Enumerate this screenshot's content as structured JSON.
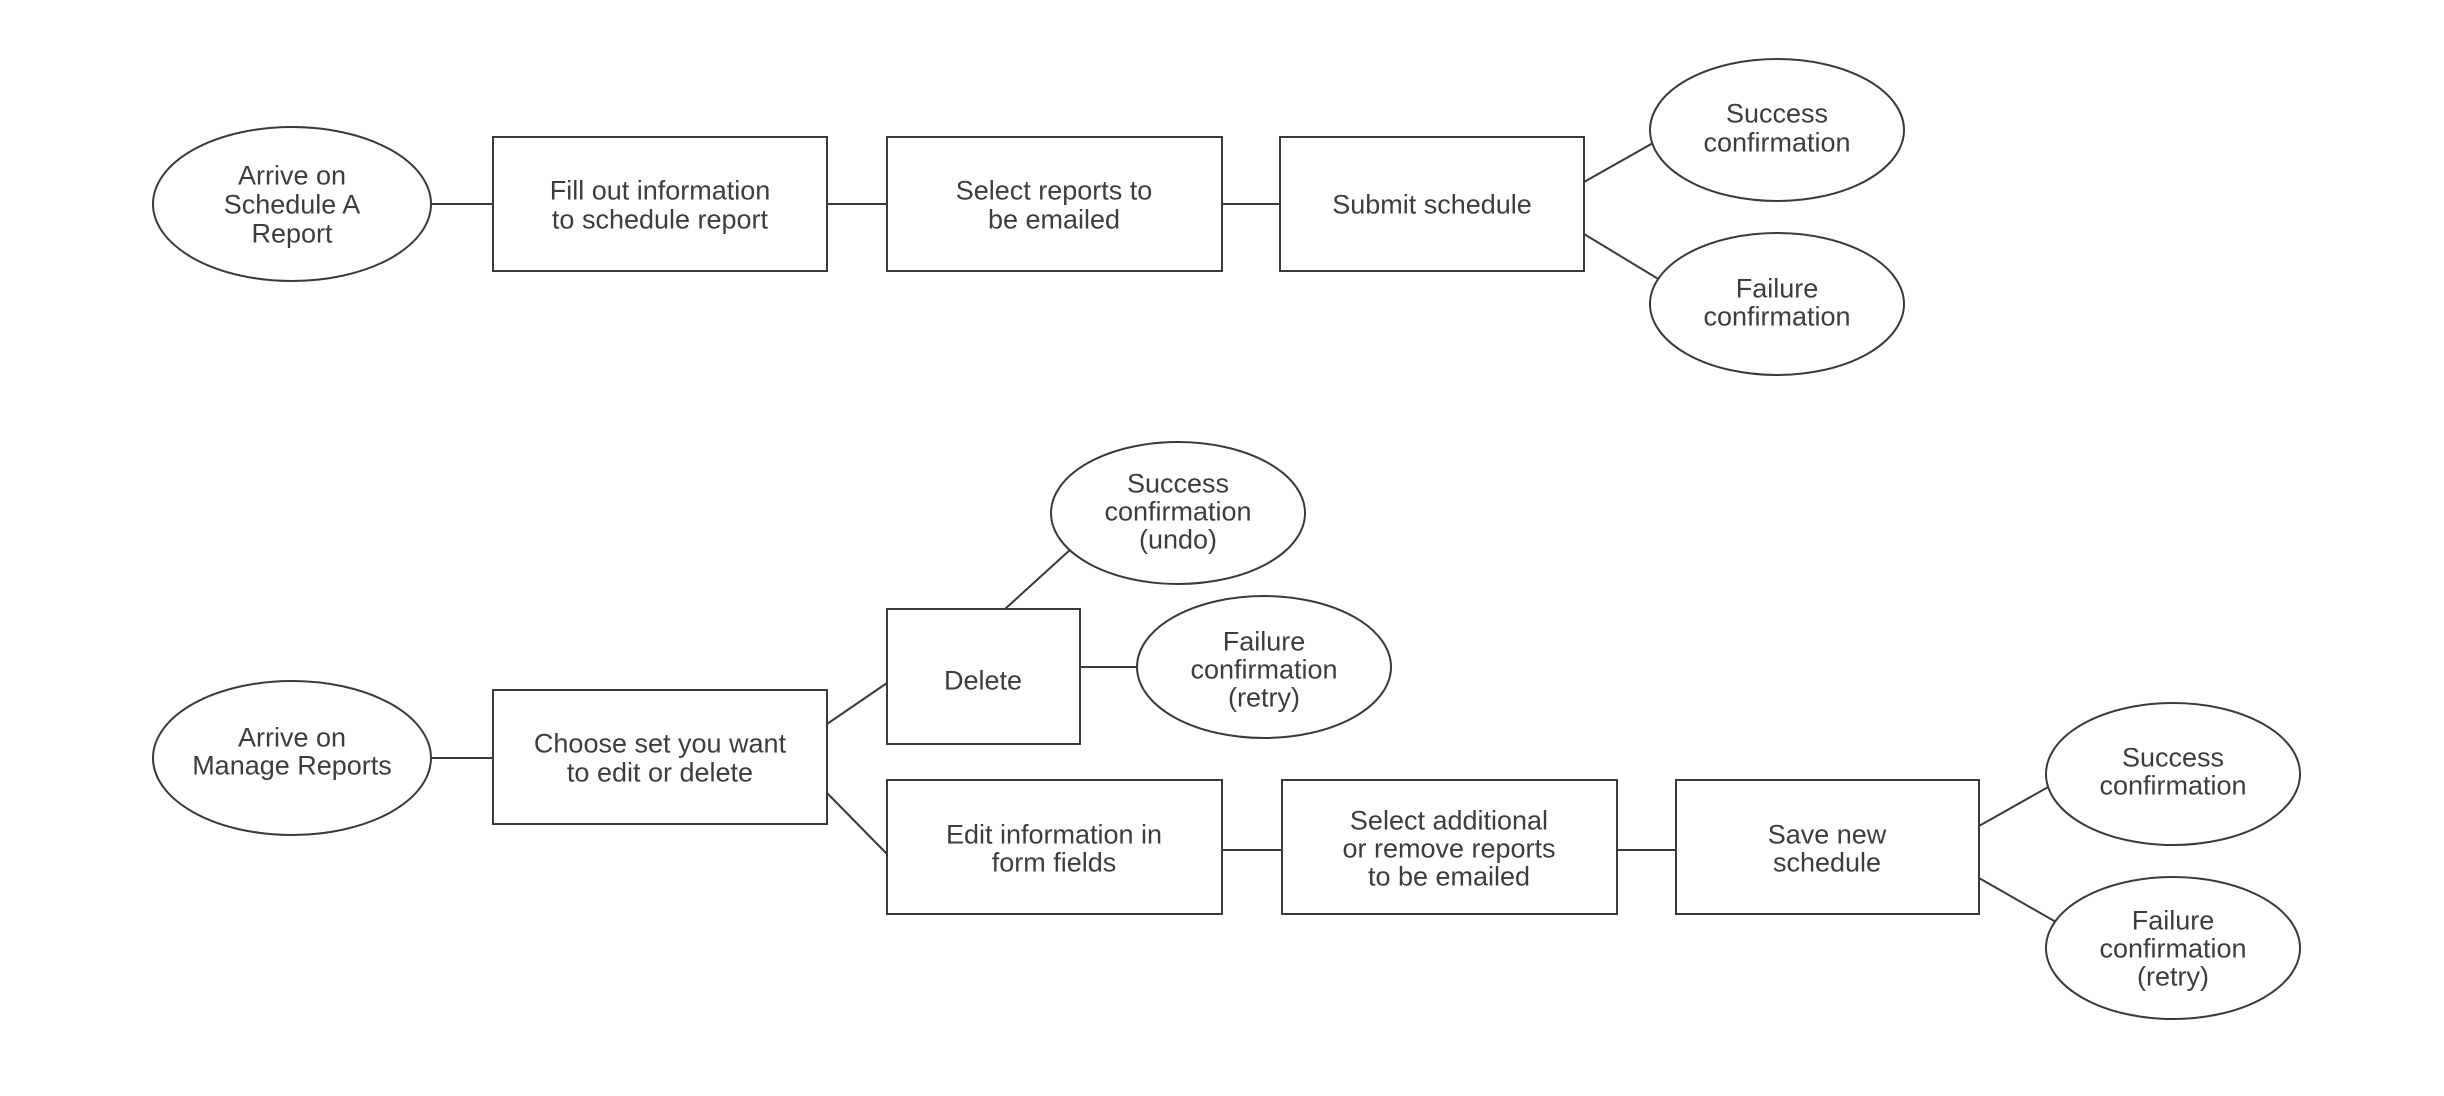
{
  "flow_schedule": {
    "start": [
      "Arrive on",
      "Schedule A",
      "Report"
    ],
    "fill_info": [
      "Fill out information",
      "to schedule report"
    ],
    "select_reports": [
      "Select reports to",
      "be emailed"
    ],
    "submit": [
      "Submit schedule"
    ],
    "success": [
      "Success",
      "confirmation"
    ],
    "failure": [
      "Failure",
      "confirmation"
    ]
  },
  "flow_manage": {
    "start": [
      "Arrive on",
      "Manage Reports"
    ],
    "choose_set": [
      "Choose set you want",
      "to edit or delete"
    ],
    "delete": [
      "Delete"
    ],
    "delete_success": [
      "Success",
      "confirmation",
      "(undo)"
    ],
    "delete_failure": [
      "Failure",
      "confirmation",
      "(retry)"
    ],
    "edit_info": [
      "Edit information in",
      "form fields"
    ],
    "select_additional": [
      "Select additional",
      "or remove reports",
      "to be emailed"
    ],
    "save_schedule": [
      "Save new",
      "schedule"
    ],
    "save_success": [
      "Success",
      "confirmation"
    ],
    "save_failure": [
      "Failure",
      "confirmation",
      "(retry)"
    ]
  }
}
